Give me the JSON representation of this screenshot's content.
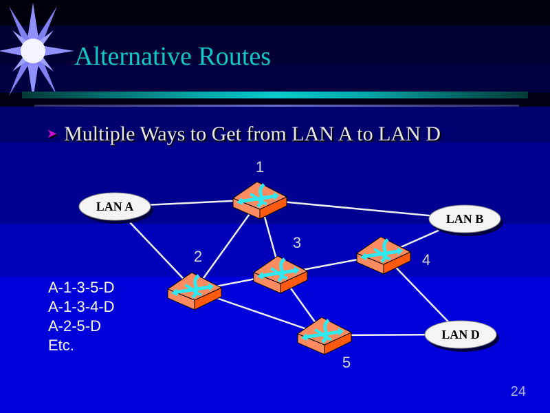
{
  "slide": {
    "title": "Alternative Routes",
    "bullet": "Multiple Ways to Get from LAN A to LAN D",
    "routes": [
      "A-1-3-5-D",
      "A-1-3-4-D",
      "A-2-5-D",
      "Etc."
    ],
    "page_number": "24"
  },
  "diagram": {
    "lans": [
      {
        "id": "A",
        "label": "LAN A"
      },
      {
        "id": "B",
        "label": "LAN B"
      },
      {
        "id": "D",
        "label": "LAN D"
      }
    ],
    "routers": [
      {
        "id": "1",
        "label": "1"
      },
      {
        "id": "2",
        "label": "2"
      },
      {
        "id": "3",
        "label": "3"
      },
      {
        "id": "4",
        "label": "4"
      },
      {
        "id": "5",
        "label": "5"
      }
    ],
    "links": [
      [
        "A",
        "1"
      ],
      [
        "A",
        "2"
      ],
      [
        "1",
        "2"
      ],
      [
        "1",
        "3"
      ],
      [
        "1",
        "B"
      ],
      [
        "2",
        "3"
      ],
      [
        "2",
        "5"
      ],
      [
        "3",
        "4"
      ],
      [
        "3",
        "5"
      ],
      [
        "4",
        "B"
      ],
      [
        "4",
        "D"
      ],
      [
        "5",
        "D"
      ]
    ]
  },
  "colors": {
    "title": "#10c8c8",
    "router": "#ff8c60",
    "router_side": "#ff5a10",
    "arrow": "#30e8f0"
  }
}
